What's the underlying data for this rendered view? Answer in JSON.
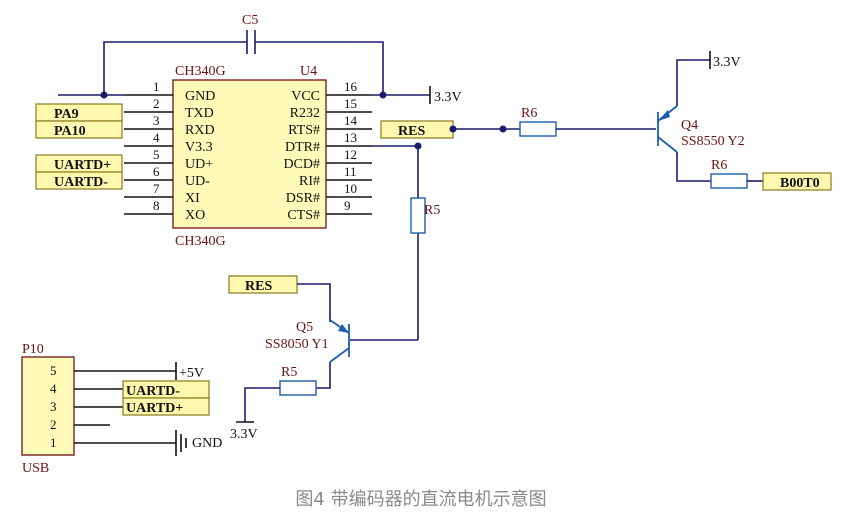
{
  "caption": "图4  带编码器的直流电机示意图",
  "u4": {
    "part": "CH340G",
    "part_bottom": "CH340G",
    "designator": "U4",
    "left_pins": [
      {
        "num": "1",
        "name": "GND"
      },
      {
        "num": "2",
        "name": "TXD"
      },
      {
        "num": "3",
        "name": "RXD"
      },
      {
        "num": "4",
        "name": "V3.3"
      },
      {
        "num": "5",
        "name": "UD+"
      },
      {
        "num": "6",
        "name": "UD-"
      },
      {
        "num": "7",
        "name": "XI"
      },
      {
        "num": "8",
        "name": "XO"
      }
    ],
    "right_pins": [
      {
        "num": "16",
        "name": "VCC"
      },
      {
        "num": "15",
        "name": "R232"
      },
      {
        "num": "14",
        "name": "RTS#"
      },
      {
        "num": "13",
        "name": "DTR#"
      },
      {
        "num": "12",
        "name": "DCD#"
      },
      {
        "num": "11",
        "name": "RI#"
      },
      {
        "num": "10",
        "name": "DSR#"
      },
      {
        "num": "9",
        "name": "CTS#"
      }
    ]
  },
  "capacitor": {
    "label": "C5"
  },
  "power": {
    "vcc_top": "3.3V",
    "vcc_u4": "3.3V",
    "vcc_q5": "3.3V",
    "p10_5v": "+5V",
    "p10_gnd": "GND"
  },
  "ports": {
    "pa9": "PA9",
    "pa10": "PA10",
    "uartd_plus": "UARTD+",
    "uartd_minus": "UARTD-",
    "res_right": "RES",
    "res_left": "RES",
    "boot0": "B00T0",
    "p10_uartd_minus": "UARTD-",
    "p10_uartd_plus": "UARTD+"
  },
  "resistors": {
    "r6_a": "R6",
    "r6_b": "R6",
    "r5_a": "R5",
    "r5_b": "R5"
  },
  "transistors": {
    "q4": {
      "ref": "Q4",
      "part": "SS8550 Y2"
    },
    "q5": {
      "ref": "Q5",
      "part": "SS8050 Y1"
    }
  },
  "connector": {
    "designator": "P10",
    "name": "USB",
    "pins": [
      "5",
      "4",
      "3",
      "2",
      "1"
    ]
  },
  "colors": {
    "wire": "#1c1c6e",
    "chip_fill": "#fffbb8",
    "chip_border": "#7a2222",
    "transistor": "#1e5db0",
    "caption": "#8a8a8a"
  }
}
